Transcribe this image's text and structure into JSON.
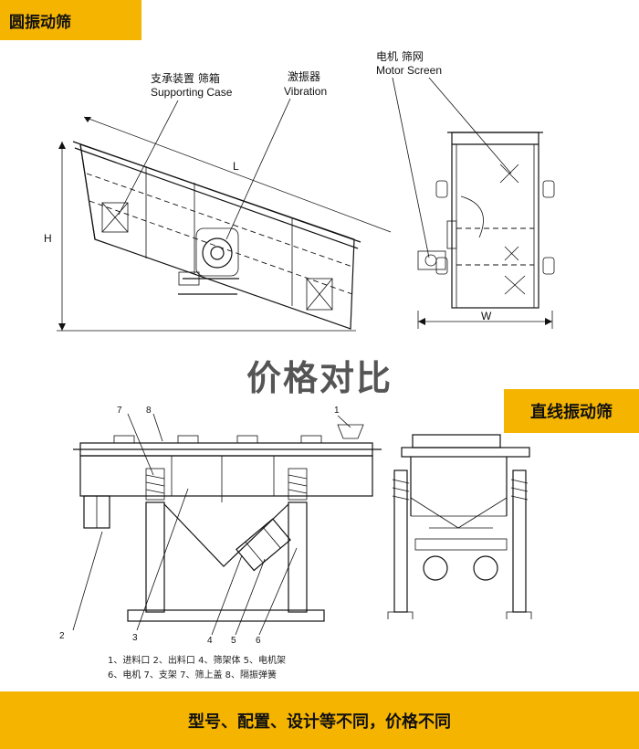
{
  "tags": {
    "top_left": "圆振动筛",
    "right": "直线振动筛"
  },
  "title": "价格对比",
  "footer": "型号、配置、设计等不同，价格不同",
  "top_diagram": {
    "support_cn": "支承装置 筛箱",
    "support_en": "Supporting Case",
    "vibration_cn": "激振器",
    "vibration_en": "Vibration",
    "motor_cn": "电机 筛网",
    "motor_en": "Motor Screen",
    "dim_L": "L",
    "dim_H": "H",
    "dim_W": "W"
  },
  "bottom_diagram": {
    "callouts": [
      "7",
      "8",
      "1",
      "2",
      "3",
      "4",
      "5",
      "6"
    ],
    "legend_row1": "1、进料口  2、出料口  4、筛架体  5、电机架",
    "legend_row2": "6、电机    7、支架    7、筛上盖  8、隔振弹簧"
  },
  "colors": {
    "accent": "#f5b400",
    "title_gray": "#555555"
  }
}
